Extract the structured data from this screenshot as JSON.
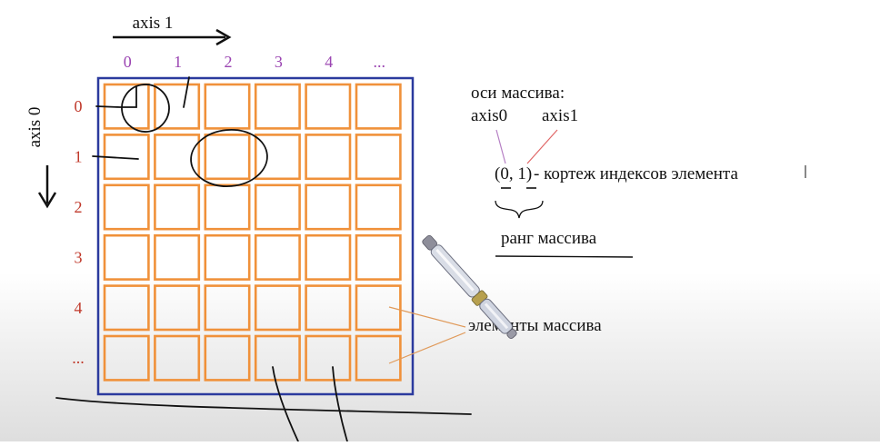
{
  "axes": {
    "axis1_label": "axis 1",
    "axis0_label": "axis 0",
    "column_indices": [
      "0",
      "1",
      "2",
      "3",
      "4",
      "..."
    ],
    "row_indices": [
      "0",
      "1",
      "2",
      "3",
      "4",
      "..."
    ]
  },
  "grid": {
    "rows": 6,
    "cols": 6
  },
  "notes": {
    "axes_heading": "оси массива:",
    "axis0_name": "axis0",
    "axis1_name": "axis1",
    "index_tuple": "(0, 1)",
    "tuple_description": " - кортеж индексов элемента",
    "rank_label": "ранг массива",
    "elements_label": "элементы массива"
  },
  "colors": {
    "cell_border": "#f0913a",
    "frame_border": "#2b3a9e",
    "column_index_color": "#9b45b2",
    "row_index_color": "#c0392b",
    "ink": "#111111",
    "pointer_line": "#e09a5a",
    "axis_pointer_purple": "#b57fc4",
    "axis_pointer_red": "#e06666"
  }
}
